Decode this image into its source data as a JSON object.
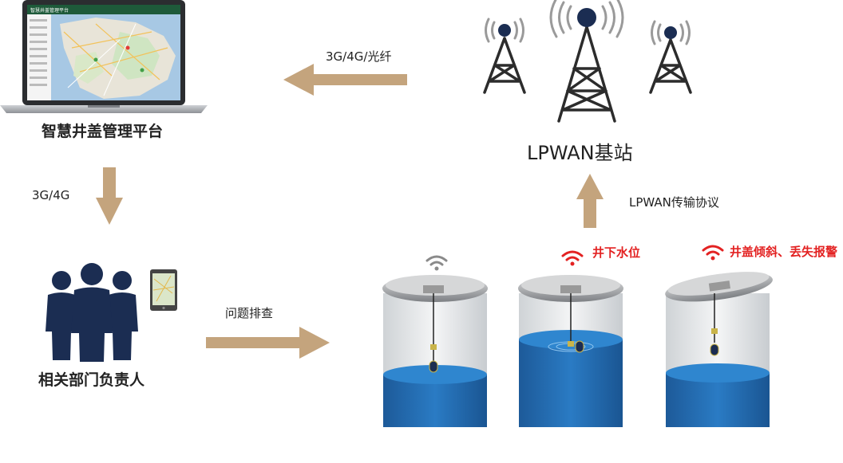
{
  "platform": {
    "label": "智慧井盖管理平台",
    "window_title": "智慧井盖管理平台"
  },
  "station": {
    "label": "LPWAN基站"
  },
  "links": {
    "station_to_platform": "3G/4G/光纤",
    "platform_to_staff": "3G/4G",
    "staff_to_covers": "问题排查",
    "covers_to_station": "LPWAN传输协议"
  },
  "staff": {
    "label": "相关部门负责人"
  },
  "wells": [
    {
      "alarm": "",
      "signal_color": "#8a8a8a"
    },
    {
      "alarm": "井下水位",
      "signal_color": "#e32222"
    },
    {
      "alarm": "井盖倾斜、丢失报警",
      "signal_color": "#e32222"
    }
  ],
  "colors": {
    "arrow": "#c4a47d",
    "navy": "#1b2d52",
    "water": "#1d63a8",
    "alarm": "#e32222"
  }
}
